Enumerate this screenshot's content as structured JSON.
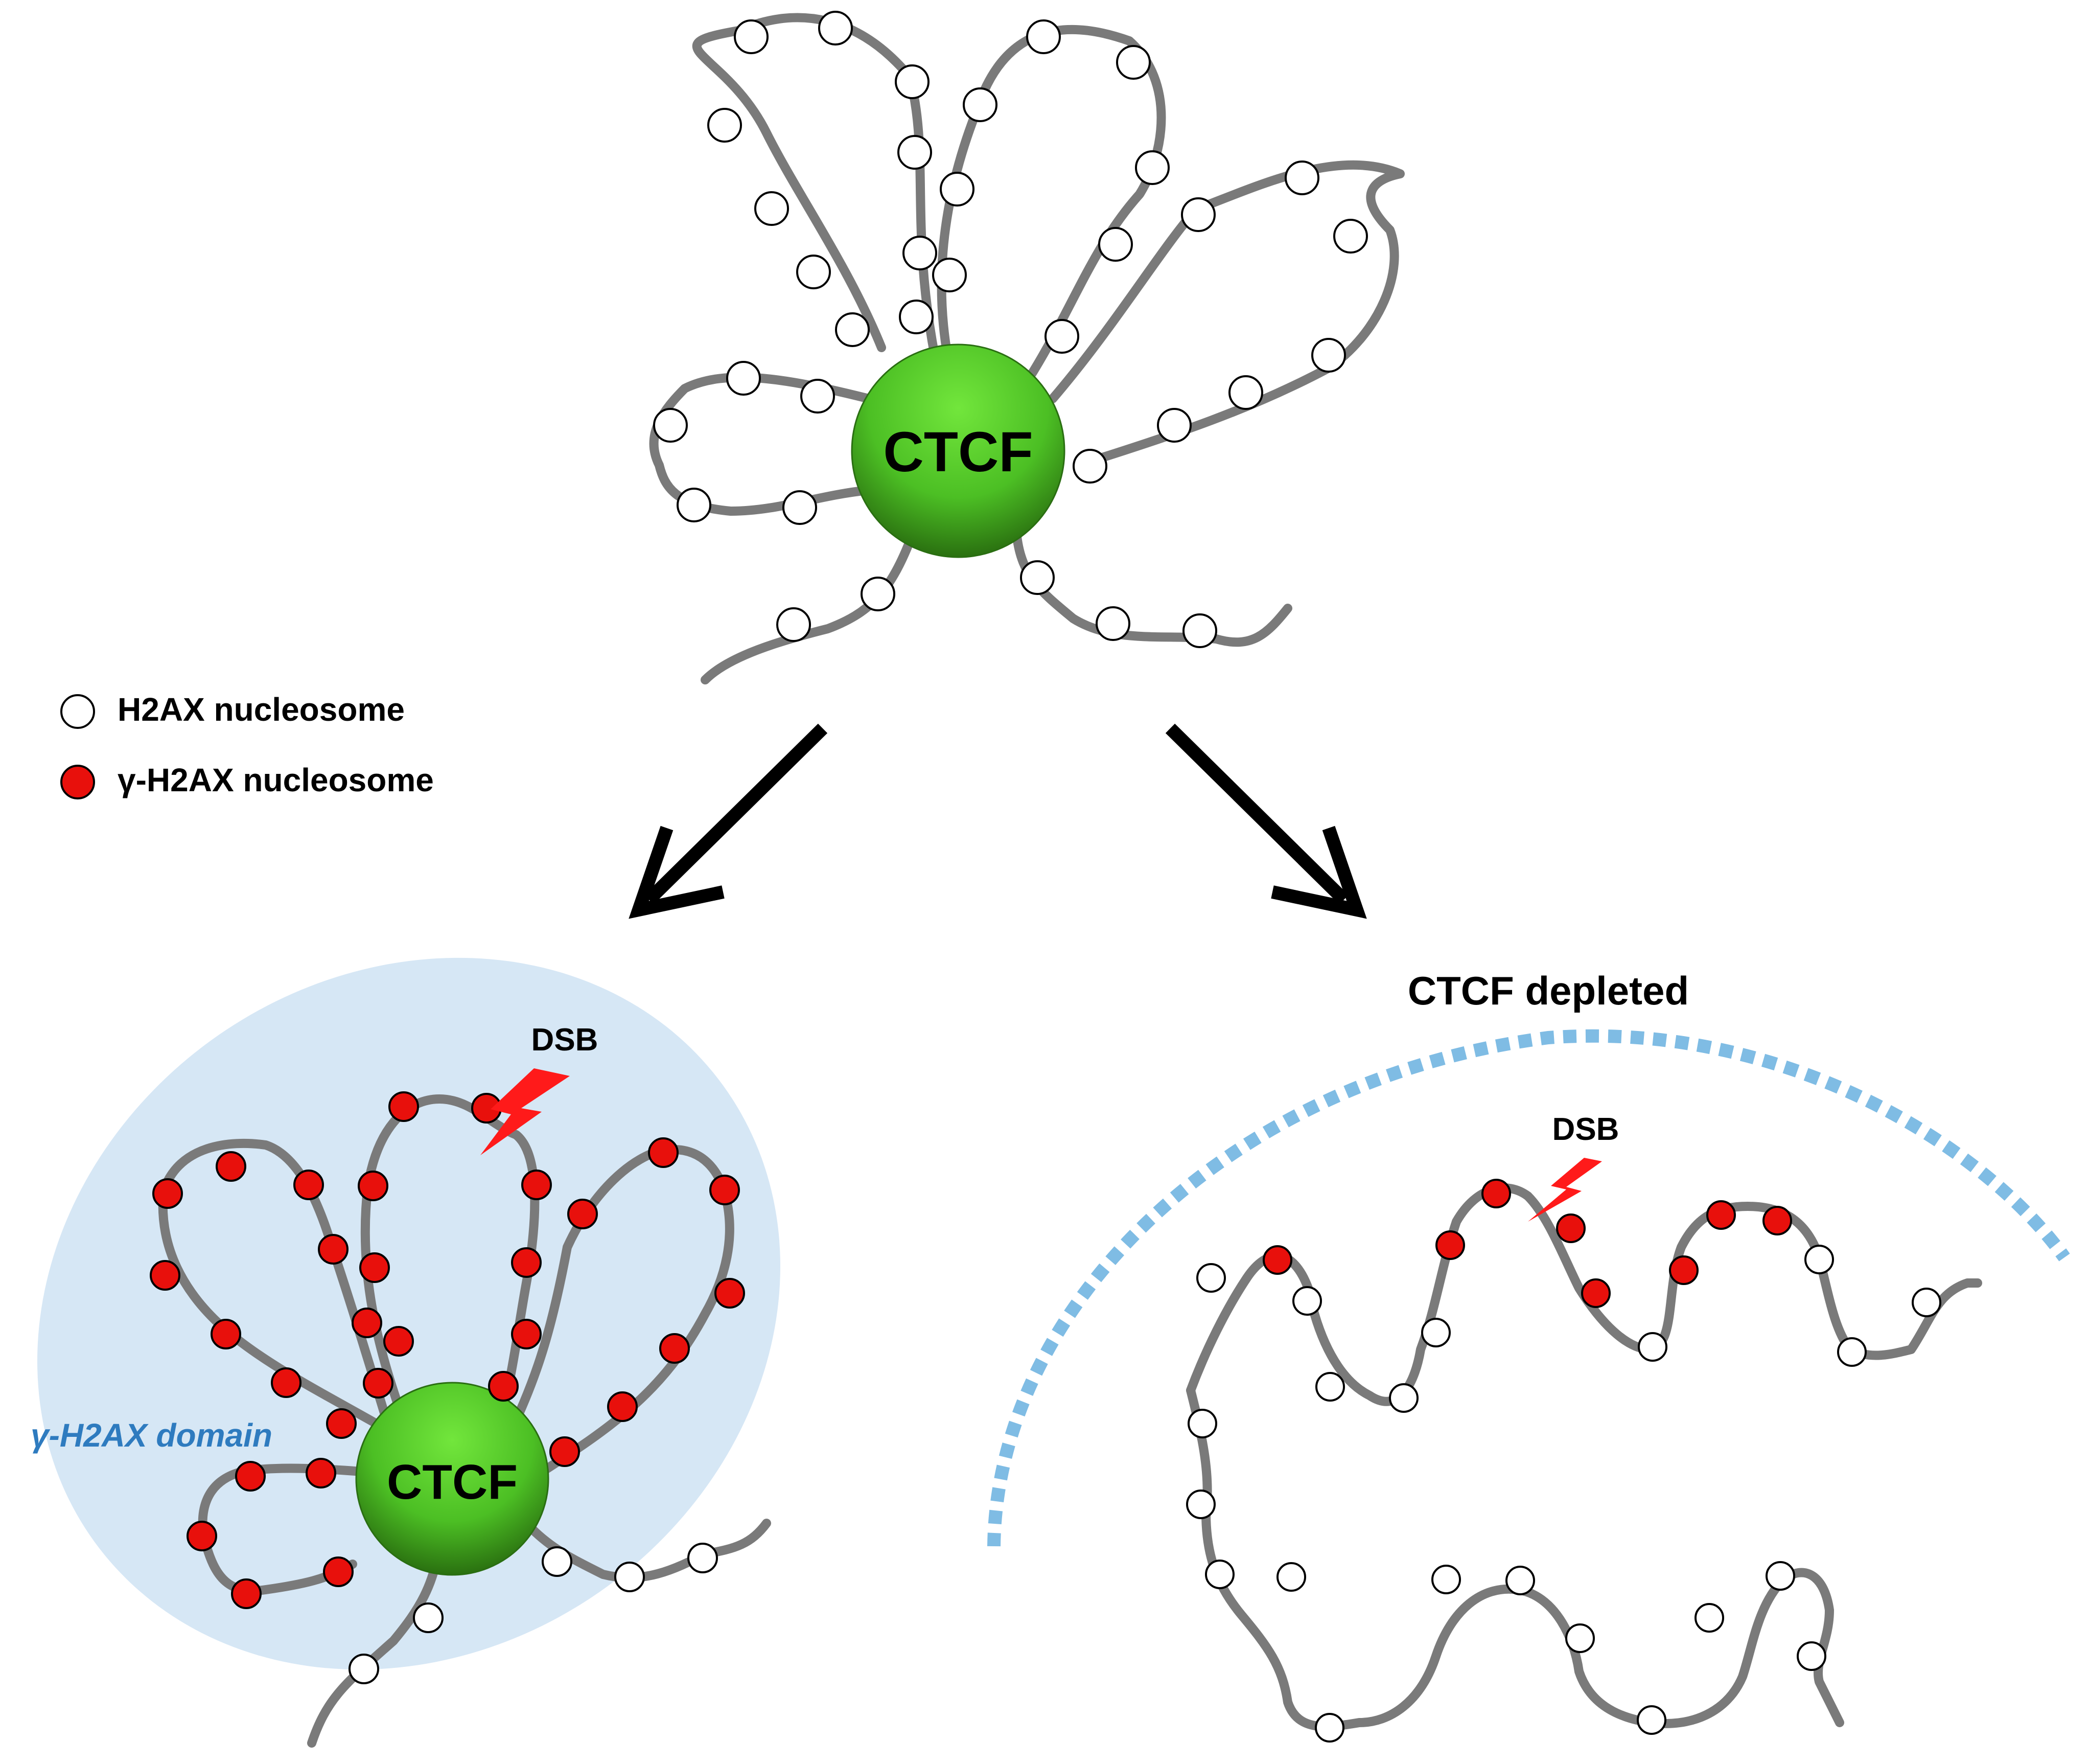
{
  "legend": {
    "h2ax_label": "H2AX nucleosome",
    "gh2ax_label": "γ-H2AX nucleosome"
  },
  "ctcf_label": "CTCF",
  "dsb_label": "DSB",
  "domain_label": "γ-H2AX domain",
  "depleted_title": "CTCF depleted",
  "colors": {
    "fiber": "#7a7a7a",
    "h2ax_fill": "#ffffff",
    "gh2ax_fill": "#e8100c",
    "ctcf_light": "#6fe23a",
    "ctcf_dark": "#2e7d14",
    "domain_fill": "#d6e7f5",
    "domain_text": "#2e7bbf",
    "dashed_arc": "#7fbce4",
    "bolt": "#ff1a1a"
  }
}
